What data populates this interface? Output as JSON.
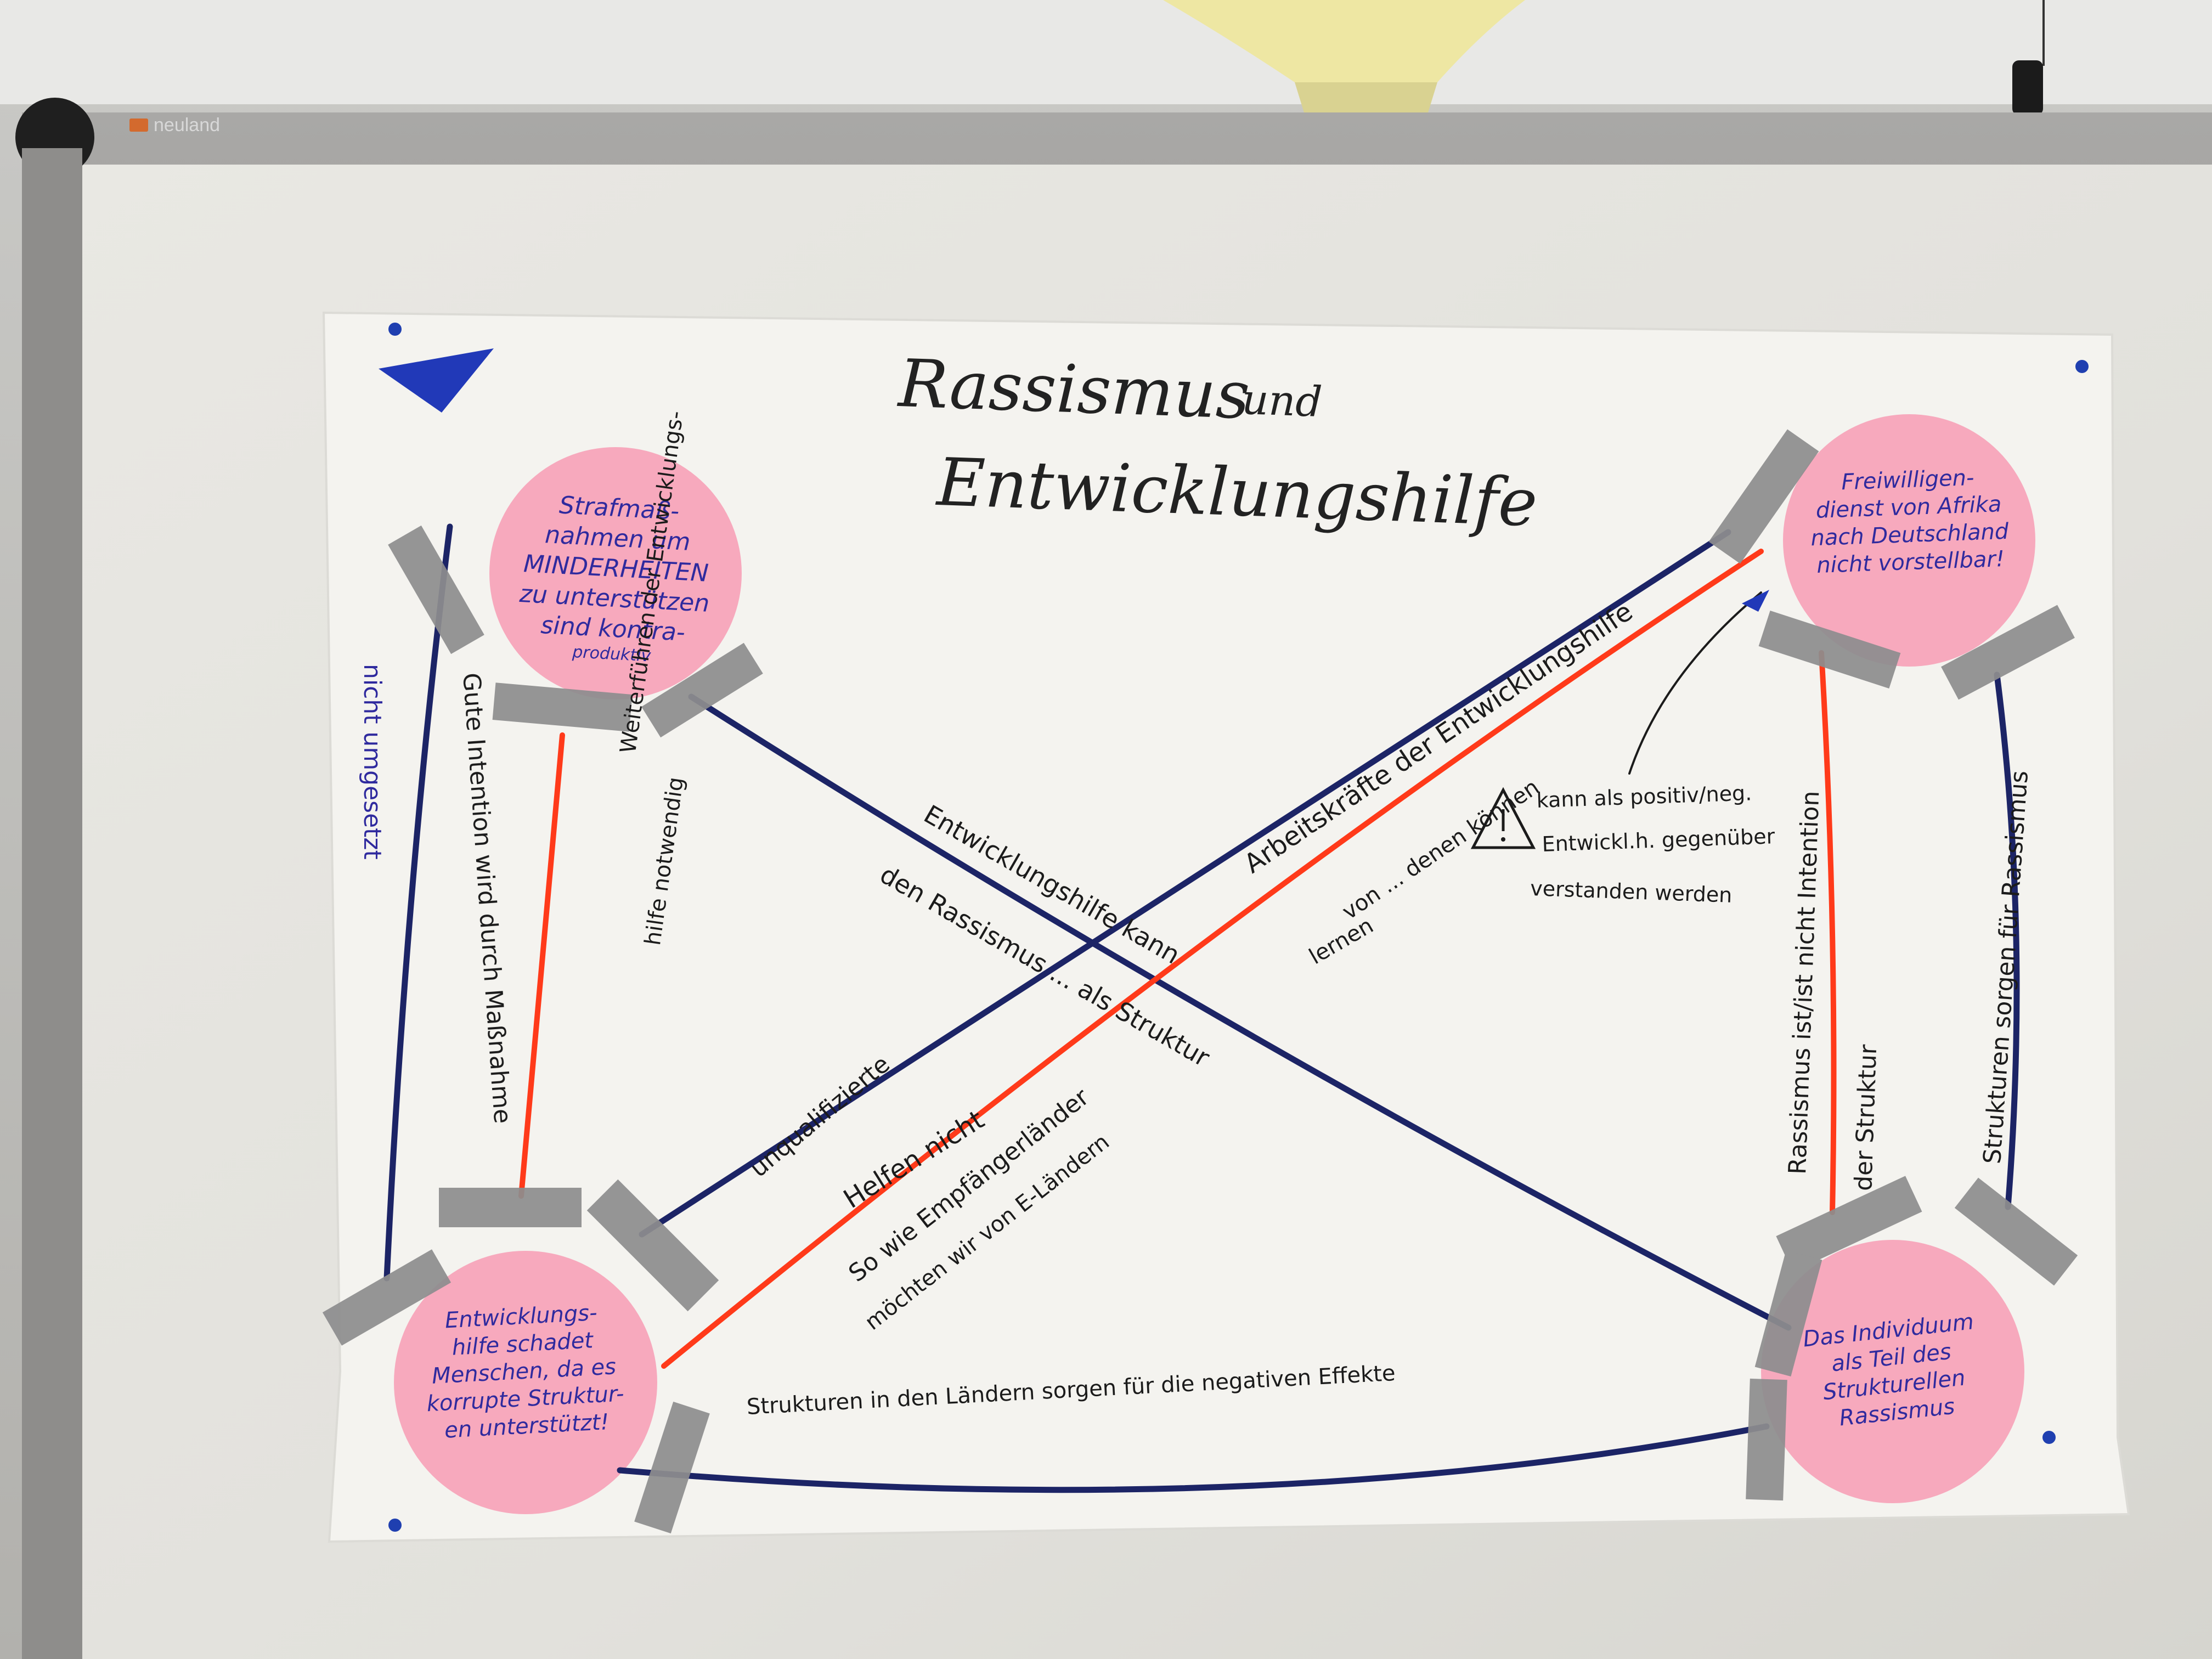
{
  "brand": {
    "logo_text": "neuland"
  },
  "poster": {
    "title_line1": "Rassismus",
    "title_and": "und",
    "title_line2": "Entwicklungshilfe"
  },
  "circles": {
    "top_left": [
      "Strafmaß-",
      "nahmen um",
      "MINDERHEITEN",
      "zu unterstützen",
      "sind kontra-",
      "produktiv"
    ],
    "top_right": [
      "Freiwilligen-",
      "dienst von Afrika",
      "nach Deutschland",
      "nicht vorstellbar!"
    ],
    "bottom_left": [
      "Entwicklungs-",
      "hilfe schadet",
      "Menschen, da es",
      "korrupte Struktur-",
      "en unterstützt!"
    ],
    "bottom_right": [
      "Das Individuum",
      "als Teil des",
      "Strukturellen",
      "Rassismus"
    ]
  },
  "annotations": {
    "left_outer": "nicht umgesetzt",
    "left_outer_2": "Gute Intention wird durch Maßnahme",
    "left_inner_1": "Weiterführen der Entwicklungs-",
    "left_inner_2": "hilfe notwendig",
    "diag_upper_1": "Arbeitskräfte der Entwicklungshilfe",
    "diag_upper_2": "von ... denen können",
    "diag_upper_3": "lernen",
    "diag_down_1": "Entwicklungshilfe kann",
    "diag_down_2": "den Rassismus ... als Struktur",
    "diag_lower_1": "unqualifizierte",
    "diag_lower_2": "Helfen nicht",
    "diag_lower_3": "So wie Empfängerländer",
    "diag_lower_4": "möchten wir von E-Ländern",
    "warning_1": "kann als positiv/neg.",
    "warning_2": "Entwickl.h. gegenüber",
    "warning_3": "verstanden werden",
    "right_inner_1": "Rassismus ist/ist nicht Intention",
    "right_inner_2": "der Struktur",
    "right_outer": "Strukturen sorgen für Rassismus",
    "bottom": "Strukturen in den Ländern sorgen für die negativen Effekte"
  },
  "colors": {
    "yarn_blue": "#1c2466",
    "yarn_red": "#ff3a1a",
    "circle_pink": "#f7a9bd",
    "marker_blue": "#2f2a9e",
    "tape": "#8d8d8f"
  }
}
